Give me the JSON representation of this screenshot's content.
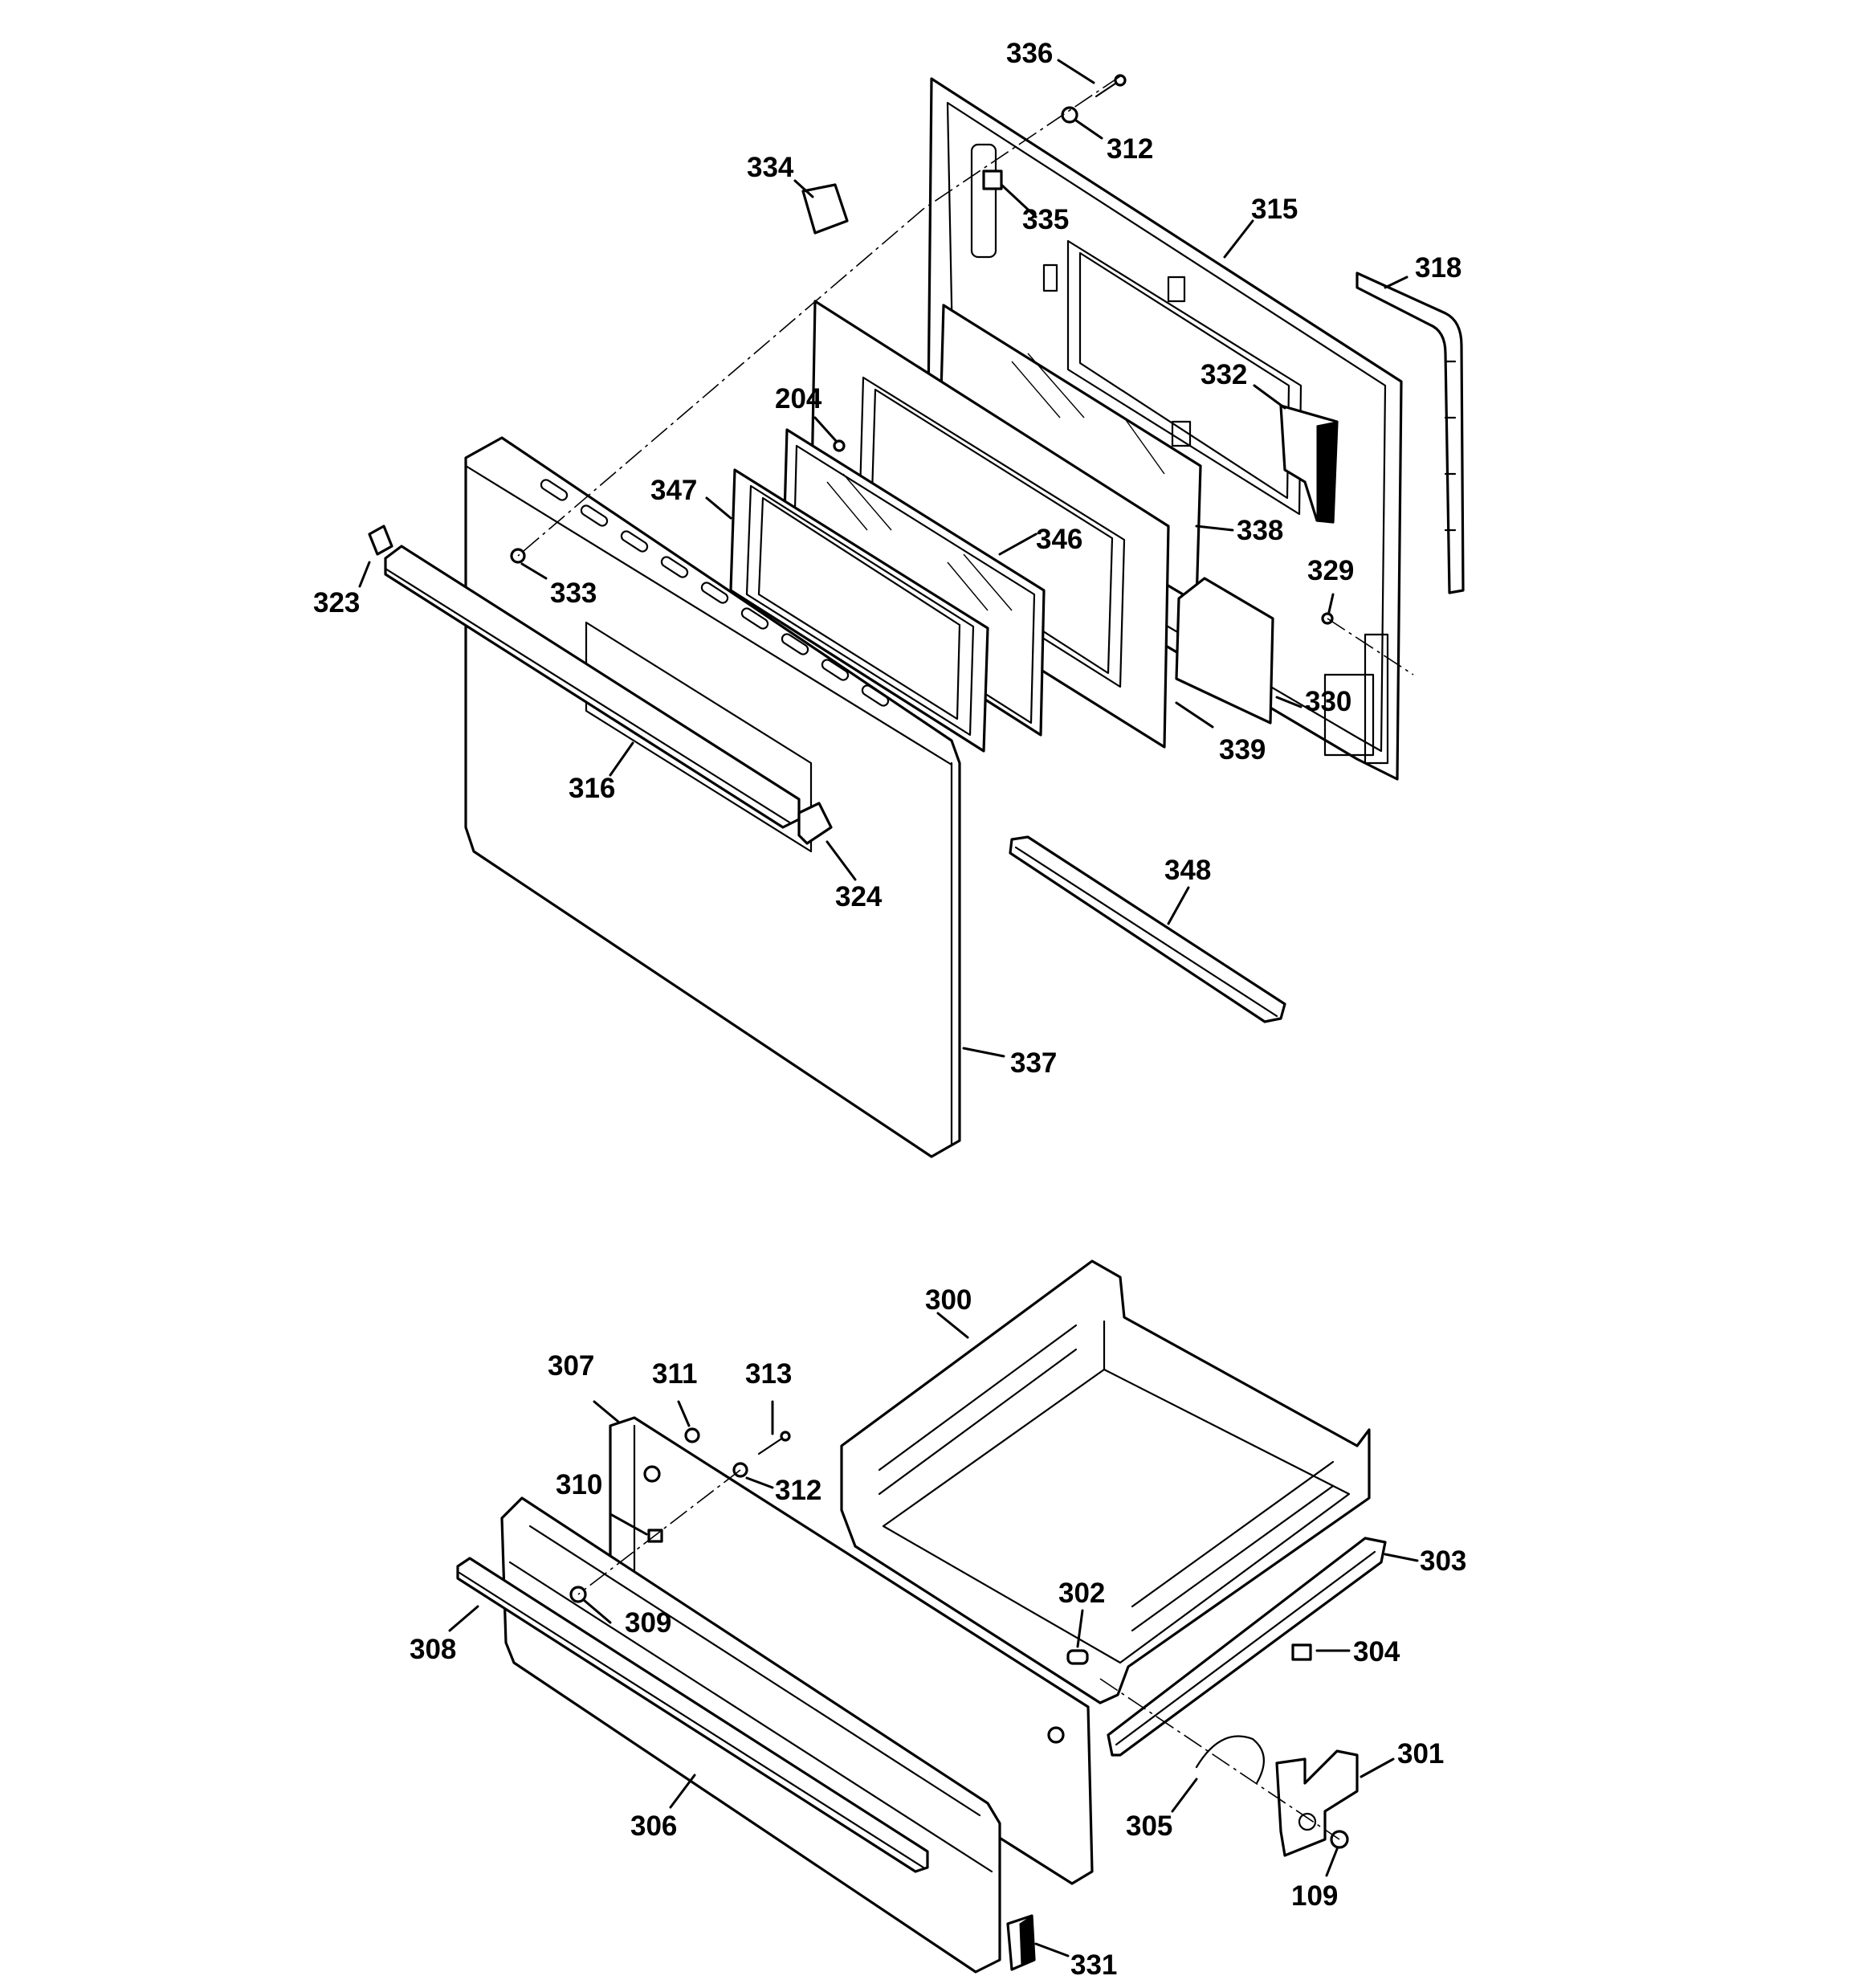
{
  "callouts": {
    "c336": "336",
    "c312a": "312",
    "c334": "334",
    "c335": "335",
    "c315": "315",
    "c318": "318",
    "c332": "332",
    "c204": "204",
    "c347": "347",
    "c346": "346",
    "c338": "338",
    "c329": "329",
    "c323": "323",
    "c333": "333",
    "c330": "330",
    "c339": "339",
    "c316": "316",
    "c348": "348",
    "c324": "324",
    "c337": "337",
    "c300": "300",
    "c307": "307",
    "c311": "311",
    "c313": "313",
    "c312b": "312",
    "c310": "310",
    "c303": "303",
    "c302": "302",
    "c309": "309",
    "c308": "308",
    "c304": "304",
    "c301": "301",
    "c305": "305",
    "c306": "306",
    "c109": "109",
    "c331": "331"
  }
}
